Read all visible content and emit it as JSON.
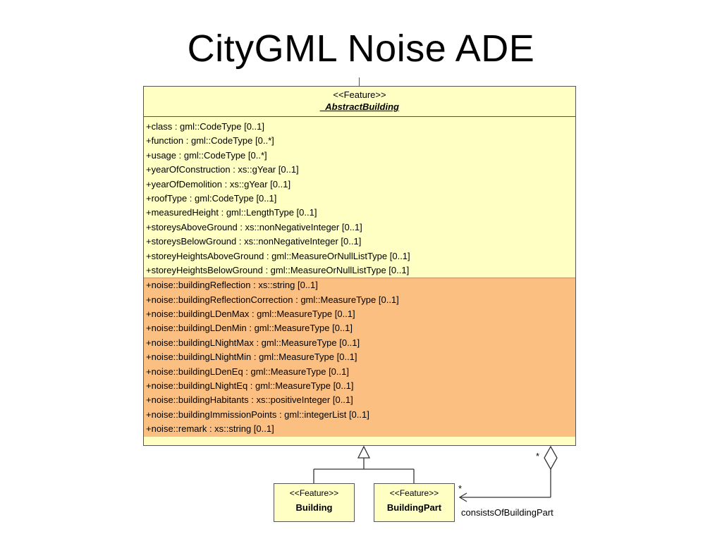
{
  "title": "CityGML Noise ADE",
  "abstract_class": {
    "stereotype": "<<Feature>>",
    "name": "_AbstractBuilding",
    "core_attributes": [
      "+class : gml::CodeType [0..1]",
      "+function : gml::CodeType [0..*]",
      "+usage : gml::CodeType [0..*]",
      "+yearOfConstruction : xs::gYear [0..1]",
      "+yearOfDemolition : xs::gYear [0..1]",
      "+roofType : gml:CodeType [0..1]",
      "+measuredHeight : gml::LengthType [0..1]",
      "+storeysAboveGround : xs::nonNegativeInteger [0..1]",
      "+storeysBelowGround : xs::nonNegativeInteger [0..1]",
      "+storeyHeightsAboveGround : gml::MeasureOrNullListType [0..1]",
      "+storeyHeightsBelowGround : gml::MeasureOrNullListType [0..1]"
    ],
    "noise_attributes": [
      "+noise::buildingReflection : xs::string [0..1]",
      "+noise::buildingReflectionCorrection : gml::MeasureType [0..1]",
      "+noise::buildingLDenMax : gml::MeasureType [0..1]",
      "+noise::buildingLDenMin : gml::MeasureType [0..1]",
      "+noise::buildingLNightMax : gml::MeasureType [0..1]",
      "+noise::buildingLNightMin : gml::MeasureType [0..1]",
      "+noise::buildingLDenEq : gml::MeasureType [0..1]",
      "+noise::buildingLNightEq : gml::MeasureType [0..1]",
      "+noise::buildingHabitants : xs::positiveInteger [0..1]",
      "+noise::buildingImmissionPoints : gml::integerList [0..1]",
      "+noise::remark : xs::string [0..1]"
    ],
    "colors": {
      "core": "#ffffc4",
      "noise": "#fbbf82"
    }
  },
  "building": {
    "stereotype": "<<Feature>>",
    "name": "Building"
  },
  "building_part": {
    "stereotype": "<<Feature>>",
    "name": "BuildingPart"
  },
  "association": {
    "label": "consistsOfBuildingPart",
    "multiplicity_aggregate": "*",
    "multiplicity_part": "*"
  }
}
